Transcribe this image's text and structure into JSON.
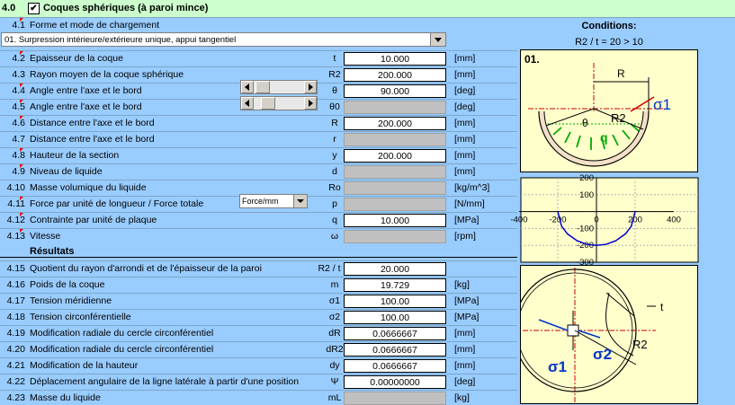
{
  "header": {
    "num": "4.0",
    "checkbox": "✔",
    "title": "Coques sphériques (à paroi mince)"
  },
  "mode": {
    "num": "4.1",
    "label": "Forme et mode de chargement",
    "selected": "01. Surpression intérieure/extérieure unique, appui tangentiel"
  },
  "rows": [
    {
      "num": "4.2",
      "label": "Epaisseur de la coque",
      "sym": "t",
      "value": "10.000",
      "unit": "[mm]"
    },
    {
      "num": "4.3",
      "label": "Rayon moyen de la coque sphérique",
      "sym": "R2",
      "value": "200.000",
      "unit": "[mm]"
    },
    {
      "num": "4.4",
      "label": "Angle entre l'axe et le bord",
      "sym": "θ",
      "value": "90.000",
      "unit": "[deg]"
    },
    {
      "num": "4.5",
      "label": "Angle entre l'axe et le bord",
      "sym": "θ0",
      "value": "",
      "unit": "[deg]"
    },
    {
      "num": "4.6",
      "label": "Distance entre l'axe et le bord",
      "sym": "R",
      "value": "200.000",
      "unit": "[mm]"
    },
    {
      "num": "4.7",
      "label": "Distance entre l'axe et le bord",
      "sym": "r",
      "value": "",
      "unit": "[mm]"
    },
    {
      "num": "4.8",
      "label": "Hauteur de la section",
      "sym": "y",
      "value": "200.000",
      "unit": "[mm]"
    },
    {
      "num": "4.9",
      "label": "Niveau de liquide",
      "sym": "d",
      "value": "",
      "unit": "[mm]"
    },
    {
      "num": "4.10",
      "label": "Masse volumique du liquide",
      "sym": "Ro",
      "value": "",
      "unit": "[kg/m^3]"
    },
    {
      "num": "4.11",
      "label": "Force par unité de longueur / Force totale",
      "sym": "p",
      "value": "",
      "unit": "[N/mm]"
    },
    {
      "num": "4.12",
      "label": "Contrainte par unité de plaque",
      "sym": "q",
      "value": "10.000",
      "unit": "[MPa]"
    },
    {
      "num": "4.13",
      "label": "Vitesse",
      "sym": "ω",
      "value": "",
      "unit": "[rpm]"
    }
  ],
  "force_select": "Force/mm",
  "results": {
    "heading": "Résultats",
    "rows": [
      {
        "num": "4.15",
        "label": "Quotient du rayon d'arrondi et de l'épaisseur de la paroi",
        "sym": "R2 / t",
        "value": "20.000",
        "unit": ""
      },
      {
        "num": "4.16",
        "label": "Poids de la coque",
        "sym": "m",
        "value": "19.729",
        "unit": "[kg]"
      },
      {
        "num": "4.17",
        "label": "Tension méridienne",
        "sym": "σ1",
        "value": "100.00",
        "unit": "[MPa]"
      },
      {
        "num": "4.18",
        "label": "Tension circonférentielle",
        "sym": "σ2",
        "value": "100.00",
        "unit": "[MPa]"
      },
      {
        "num": "4.19",
        "label": "Modification radiale du cercle circonférentiel",
        "sym": "dR",
        "value": "0.0666667",
        "unit": "[mm]"
      },
      {
        "num": "4.20",
        "label": "Modification radiale du cercle circonférentiel",
        "sym": "dR2",
        "value": "0.0666667",
        "unit": "[mm]"
      },
      {
        "num": "4.21",
        "label": "Modification de la hauteur",
        "sym": "dy",
        "value": "0.0666667",
        "unit": "[mm]"
      },
      {
        "num": "4.22",
        "label": "Déplacement angulaire de la ligne latérale à partir d'une position",
        "sym": "Ψ",
        "value": "0.00000000",
        "unit": "[deg]"
      },
      {
        "num": "4.23",
        "label": "Masse du liquide",
        "sym": "mL",
        "value": "",
        "unit": "[kg]"
      }
    ]
  },
  "conditions": {
    "title": "Conditions:",
    "text": "R2 / t = 20 > 10"
  },
  "diagram1": {
    "label": "01.",
    "R": "R",
    "R2": "R2",
    "theta": "θ",
    "q": "q",
    "sigma1": "σ1"
  },
  "diagram2": {
    "t": "t",
    "R2": "R2",
    "sigma1": "σ1",
    "sigma2": "σ2"
  },
  "colors": {
    "background": "#99ccff",
    "header": "#ccffcc",
    "panel": "#ffffcc",
    "profile": "#0000cc",
    "pressure": "#00aa00",
    "stress": "#0033cc"
  },
  "chart_data": {
    "type": "line",
    "x_ticks": [
      "-400",
      "-200",
      "0",
      "200",
      "400"
    ],
    "y_ticks": [
      "200",
      "100",
      "0",
      "-100",
      "-200",
      "-300"
    ],
    "xlim": [
      -400,
      400
    ],
    "ylim": [
      -300,
      200
    ],
    "grid": true,
    "series": [
      {
        "x": [
          -200,
          -180,
          -150,
          -100,
          -50,
          0,
          50,
          100,
          150,
          180,
          200
        ],
        "y": [
          0,
          -87,
          -132,
          -173,
          -194,
          -200,
          -194,
          -173,
          -132,
          -87,
          0
        ]
      }
    ]
  }
}
